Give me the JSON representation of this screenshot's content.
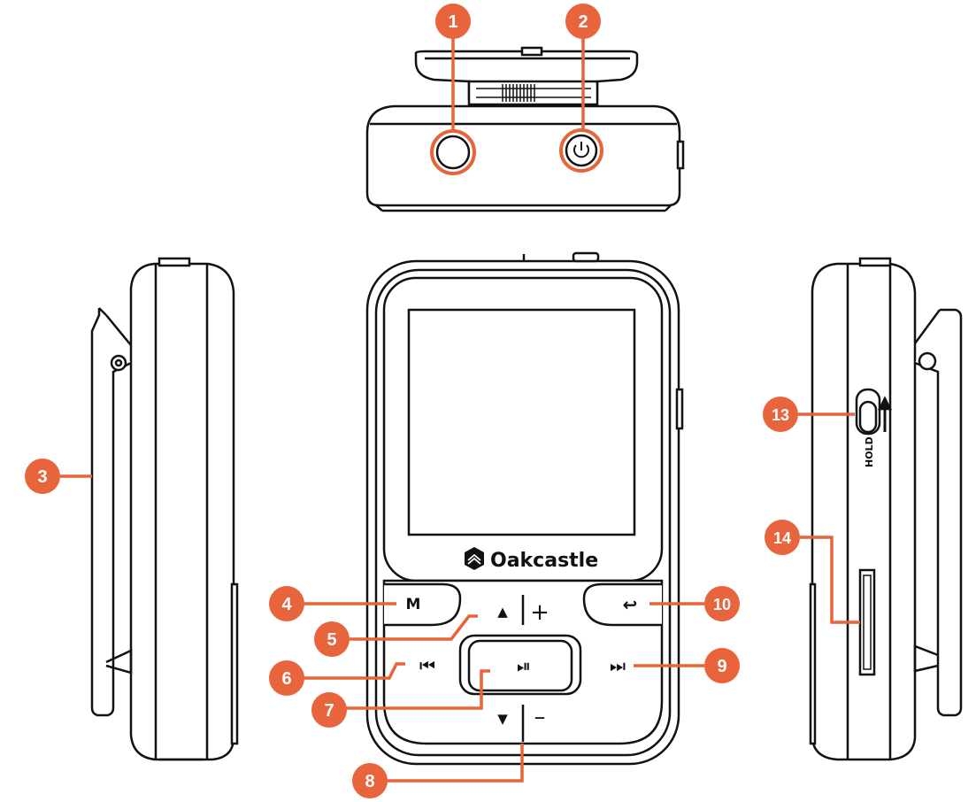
{
  "brand": {
    "name": "Oakcastle"
  },
  "accent_color": "#e8643c",
  "device": {
    "top_view": {
      "buttons": [
        "power-icon"
      ]
    },
    "front_view": {
      "mode_button": "M",
      "icons": {
        "volume_up": "+",
        "volume_down": "–",
        "up": "▲",
        "down": "▼",
        "previous": "⏮",
        "play_pause": "⏯",
        "next": "⏭",
        "back": "↩"
      }
    },
    "right_view": {
      "hold_label": "HOLD"
    }
  },
  "callouts": [
    {
      "num": "1"
    },
    {
      "num": "2"
    },
    {
      "num": "3"
    },
    {
      "num": "4"
    },
    {
      "num": "5"
    },
    {
      "num": "6"
    },
    {
      "num": "7"
    },
    {
      "num": "8"
    },
    {
      "num": "9"
    },
    {
      "num": "10"
    },
    {
      "num": "13"
    },
    {
      "num": "14"
    }
  ]
}
